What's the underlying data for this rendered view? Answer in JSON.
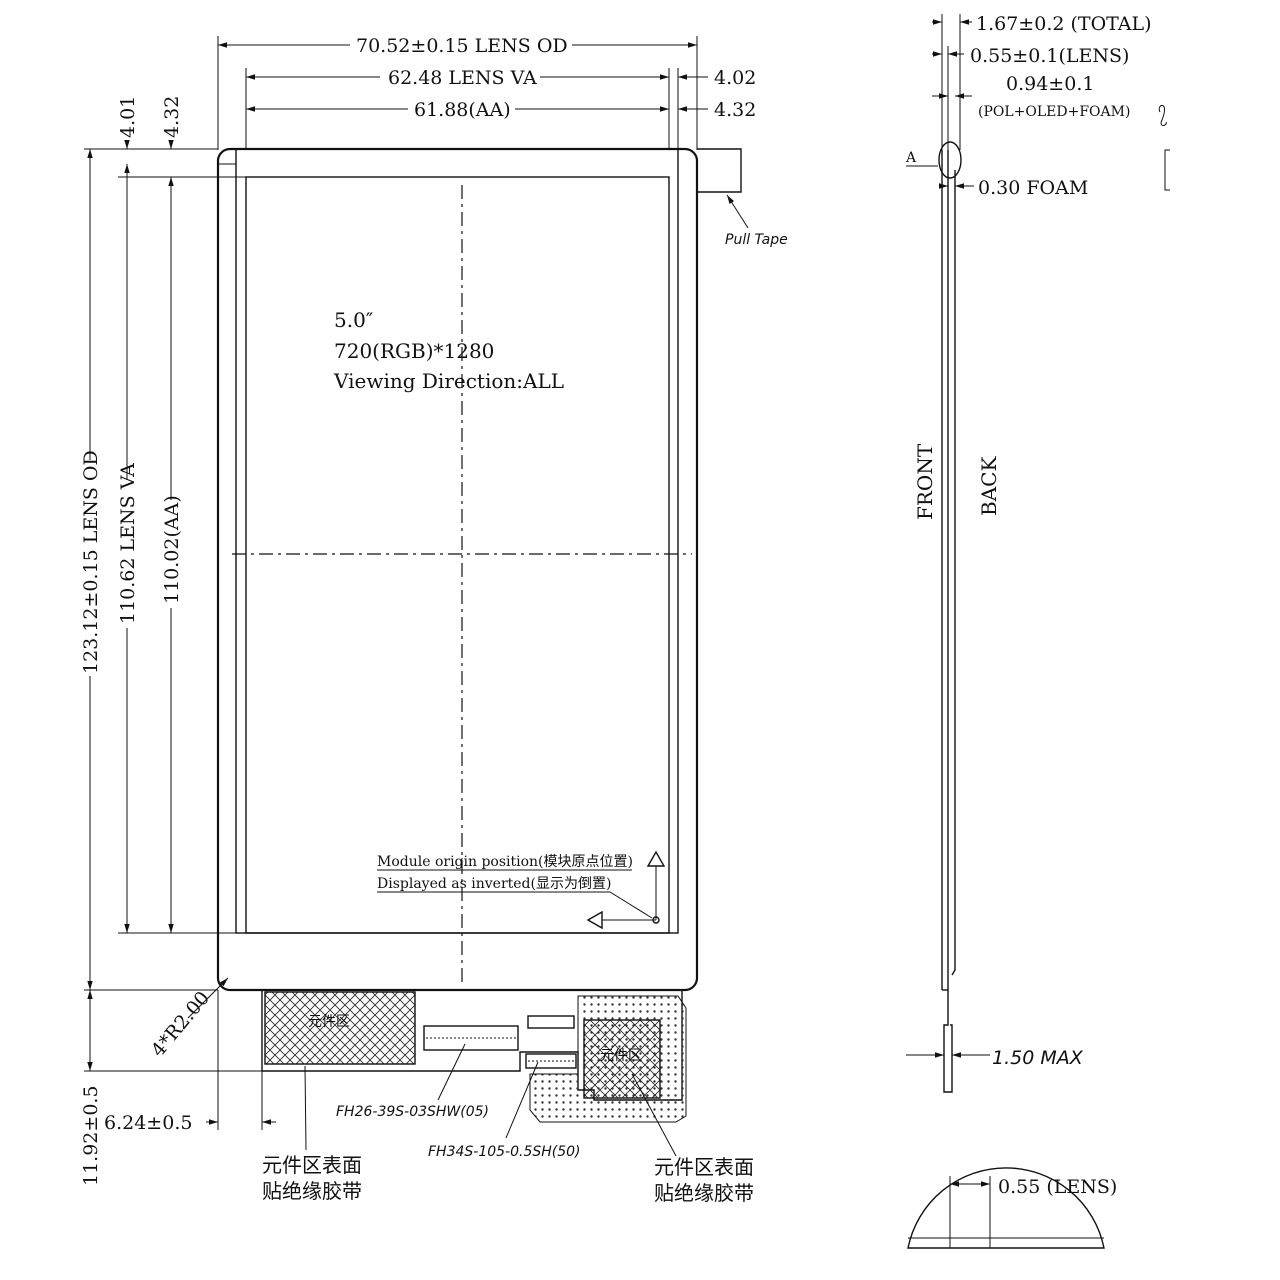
{
  "front_view": {
    "dims_top": {
      "lens_od_width": "70.52±0.15 LENS OD",
      "lens_va_width": "62.48 LENS VA",
      "aa_width": "61.88(AA)",
      "right_gap_1": "4.02",
      "right_gap_2": "4.32"
    },
    "dims_left": {
      "top_gap_1": "4.01",
      "top_gap_2": "4.32",
      "lens_od_height": "123.12±0.15 LENS OD",
      "lens_va_height": "110.62 LENS VA",
      "aa_height": "110.02(AA)",
      "bottom_extent": "11.92±0.5",
      "fpc_offset": "6.24±0.5",
      "corner_radius": "4*R2.00"
    },
    "spec": {
      "size": "5.0″",
      "resolution": "720(RGB)*1280",
      "viewing": "Viewing Direction:ALL"
    },
    "pull_tape": "Pull Tape",
    "origin": {
      "line1": "Module origin position(模块原点位置)",
      "line2": "Displayed as inverted(显示为倒置)"
    },
    "fpc": {
      "connector_1": "FH26-39S-03SHW(05)",
      "connector_2": "FH34S-105-0.5SH(50)",
      "zone_label": "元件区",
      "zone_label_right": "元件区",
      "tape_left_1": "元件区表面",
      "tape_left_2": "贴绝缘胶带",
      "tape_right_1": "元件区表面",
      "tape_right_2": "贴绝缘胶带"
    }
  },
  "side_view": {
    "total": "1.67±0.2 (TOTAL)",
    "lens": "0.55±0.1(LENS)",
    "stack": "0.94±0.1",
    "stack_desc": "(POL+OLED+FOAM)",
    "foam": "0.30 FOAM",
    "detail_marker": "A",
    "front": "FRONT",
    "back": "BACK",
    "max": "1.50 MAX"
  },
  "detail": {
    "lens": "0.55 (LENS)"
  }
}
